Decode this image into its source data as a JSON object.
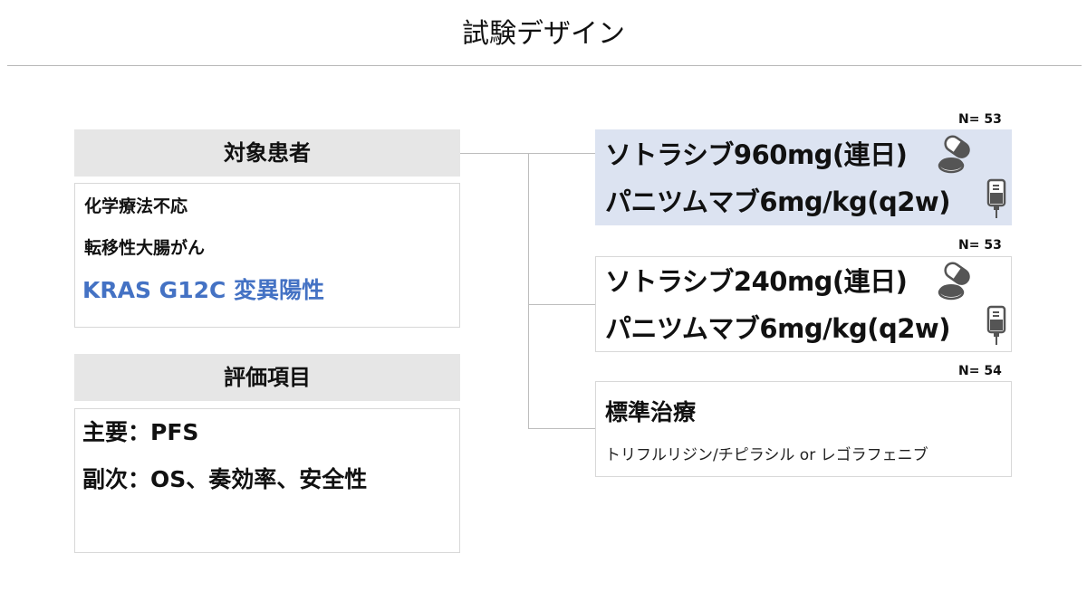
{
  "title": "試験デザイン",
  "population": {
    "header": "対象患者",
    "line1": "化学療法不応",
    "line2": "転移性大腸がん",
    "line3": "KRAS G12C 変異陽性",
    "accent_color": "#4472c4"
  },
  "endpoints": {
    "header": "評価項目",
    "primary": "主要：PFS",
    "secondary": "副次：OS、奏効率、安全性"
  },
  "arms": [
    {
      "n": "N= 53",
      "drug1": "ソトラシブ960mg(連日)",
      "drug2": "パニツムマブ6mg/kg(q2w)",
      "icon1": "pill-icon",
      "icon2": "iv-bag-icon",
      "highlight_color": "#dce3f1"
    },
    {
      "n": "N= 53",
      "drug1": "ソトラシブ240mg(連日)",
      "drug2": "パニツムマブ6mg/kg(q2w)",
      "icon1": "pill-icon",
      "icon2": "iv-bag-icon"
    },
    {
      "n": "N= 54",
      "title": "標準治療",
      "detail": "トリフルリジン/チピラシル or レゴラフェニブ"
    }
  ]
}
